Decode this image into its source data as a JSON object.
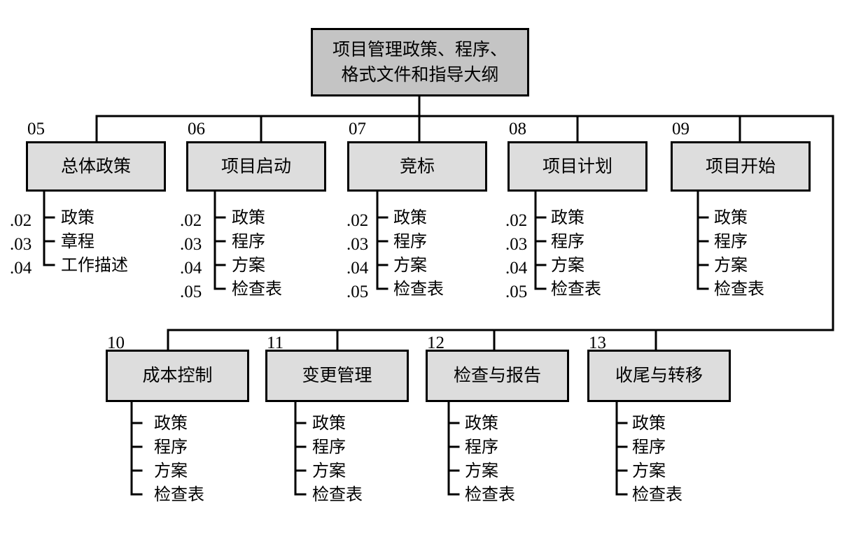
{
  "root": {
    "line1": "项目管理政策、程序、",
    "line2": "格式文件和指导大纲"
  },
  "sections": [
    {
      "code": "05",
      "title": "总体政策",
      "items": [
        {
          "num": ".02",
          "label": "政策"
        },
        {
          "num": ".03",
          "label": "章程"
        },
        {
          "num": ".04",
          "label": "工作描述"
        }
      ]
    },
    {
      "code": "06",
      "title": "项目启动",
      "items": [
        {
          "num": ".02",
          "label": "政策"
        },
        {
          "num": ".03",
          "label": "程序"
        },
        {
          "num": ".04",
          "label": "方案"
        },
        {
          "num": ".05",
          "label": "检查表"
        }
      ]
    },
    {
      "code": "07",
      "title": "竞标",
      "items": [
        {
          "num": ".02",
          "label": "政策"
        },
        {
          "num": ".03",
          "label": "程序"
        },
        {
          "num": ".04",
          "label": "方案"
        },
        {
          "num": ".05",
          "label": "检查表"
        }
      ]
    },
    {
      "code": "08",
      "title": "项目计划",
      "items": [
        {
          "num": ".02",
          "label": "政策"
        },
        {
          "num": ".03",
          "label": "程序"
        },
        {
          "num": ".04",
          "label": "方案"
        },
        {
          "num": ".05",
          "label": "检查表"
        }
      ]
    },
    {
      "code": "09",
      "title": "项目开始",
      "items": [
        {
          "label": "政策"
        },
        {
          "label": "程序"
        },
        {
          "label": "方案"
        },
        {
          "label": "检查表"
        }
      ]
    },
    {
      "code": "10",
      "title": "成本控制",
      "items": [
        {
          "label": "政策"
        },
        {
          "label": "程序"
        },
        {
          "label": "方案"
        },
        {
          "label": "检查表"
        }
      ]
    },
    {
      "code": "11",
      "title": "变更管理",
      "items": [
        {
          "label": "政策"
        },
        {
          "label": "程序"
        },
        {
          "label": "方案"
        },
        {
          "label": "检查表"
        }
      ]
    },
    {
      "code": "12",
      "title": "检查与报告",
      "items": [
        {
          "label": "政策"
        },
        {
          "label": "程序"
        },
        {
          "label": "方案"
        },
        {
          "label": "检查表"
        }
      ]
    },
    {
      "code": "13",
      "title": "收尾与转移",
      "items": [
        {
          "label": "政策"
        },
        {
          "label": "程序"
        },
        {
          "label": "方案"
        },
        {
          "label": "检查表"
        }
      ]
    }
  ]
}
